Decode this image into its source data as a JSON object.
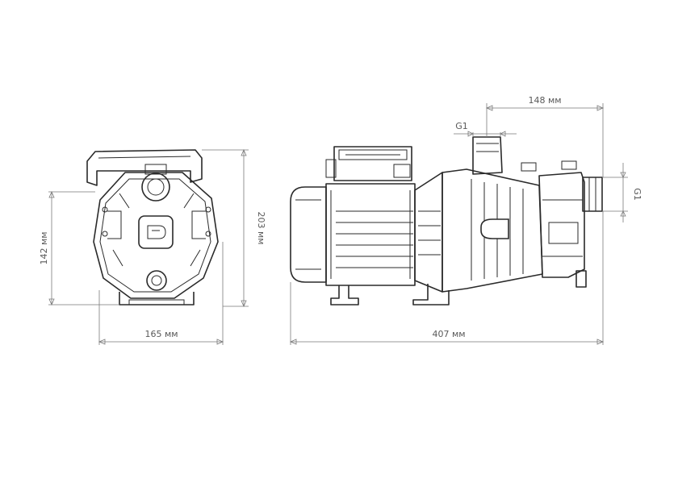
{
  "dimensions": {
    "front_width": "165 мм",
    "front_height": "142 мм",
    "side_height": "203 мм",
    "total_length": "407 мм",
    "outlet_offset": "148 мм",
    "inlet_thread": "G1",
    "outlet_thread": "G1"
  },
  "colors": {
    "line": "#2a2a2a",
    "dimension": "#7a7a7a",
    "background": "#ffffff"
  }
}
